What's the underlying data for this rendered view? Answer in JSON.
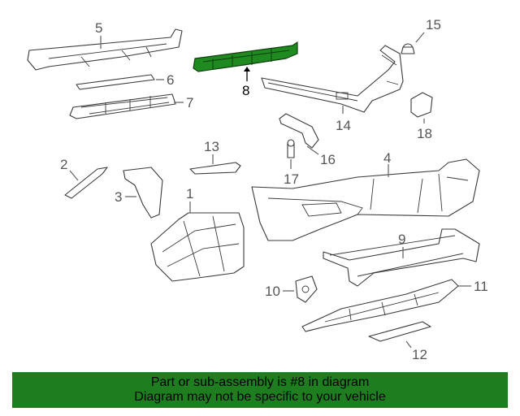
{
  "callouts": {
    "c1": "1",
    "c2": "2",
    "c3": "3",
    "c4": "4",
    "c5": "5",
    "c6": "6",
    "c7": "7",
    "c8": "8",
    "c9": "9",
    "c10": "10",
    "c11": "11",
    "c12": "12",
    "c13": "13",
    "c14": "14",
    "c15": "15",
    "c16": "16",
    "c17": "17",
    "c18": "18"
  },
  "highlighted_part": "8",
  "colors": {
    "highlight_part": "#1f8a1f",
    "banner_background": "#1e7d1e"
  },
  "banner": {
    "line1": "Part or sub-assembly is #8 in diagram",
    "line2": "Diagram may not be specific to your vehicle"
  }
}
